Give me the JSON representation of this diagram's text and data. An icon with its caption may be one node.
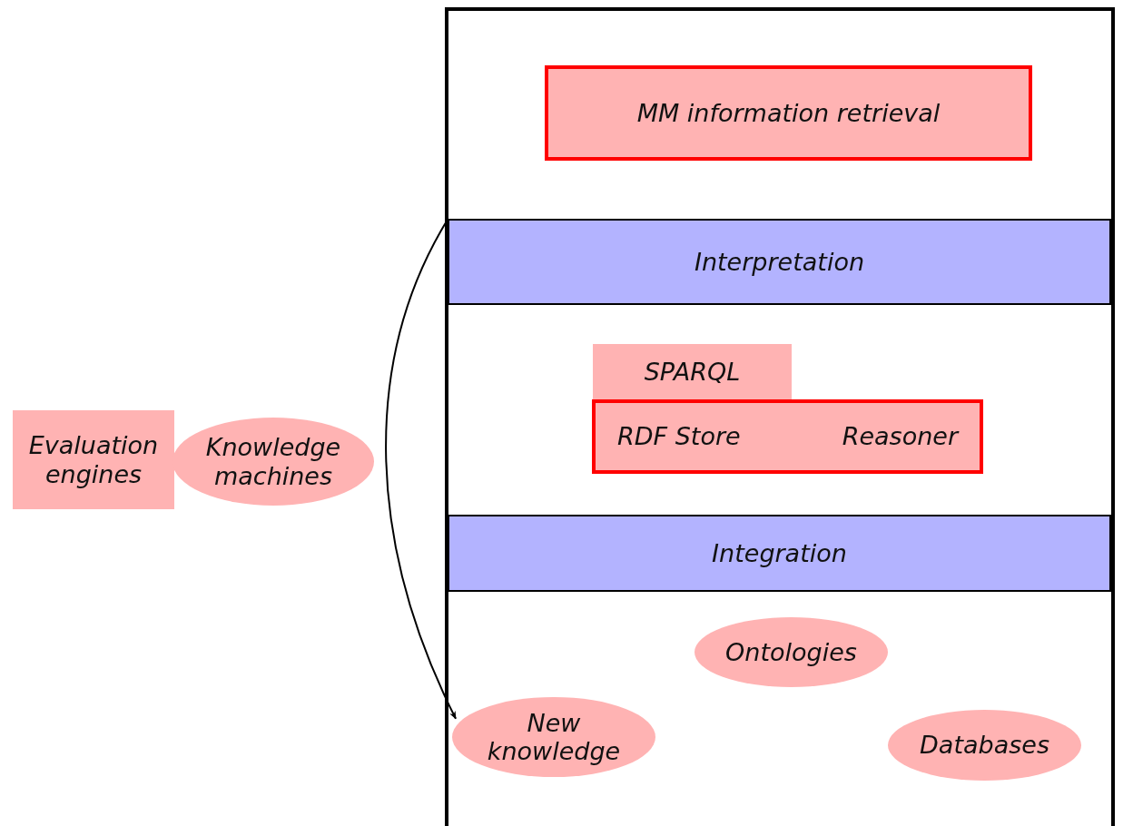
{
  "diagram": {
    "nodes": [
      {
        "text": [],
        "shape": "box"
      },
      {
        "text": [
          "MM information retrieval"
        ],
        "in": 0
      },
      {
        "text": [
          "Interpretation"
        ],
        "in": 0
      },
      {
        "text": [
          "SPARQL"
        ],
        "in": 0
      },
      {
        "text": [
          "RDF Store",
          "Reasoner"
        ],
        "in": 0
      },
      {
        "text": [
          "Integration"
        ],
        "in": 0
      },
      {
        "text": [
          "Ontologies"
        ],
        "in": 0
      },
      {
        "text": [
          "New knowledge"
        ],
        "in": 0
      },
      {
        "text": [
          "Databases"
        ],
        "in": 0
      },
      {
        "text": [
          "Evaluation engines"
        ]
      },
      {
        "text": [
          "Knowledge machines"
        ]
      }
    ],
    "edges": [
      {
        "from": 2,
        "to": 7,
        "arrow": "to"
      }
    ]
  }
}
